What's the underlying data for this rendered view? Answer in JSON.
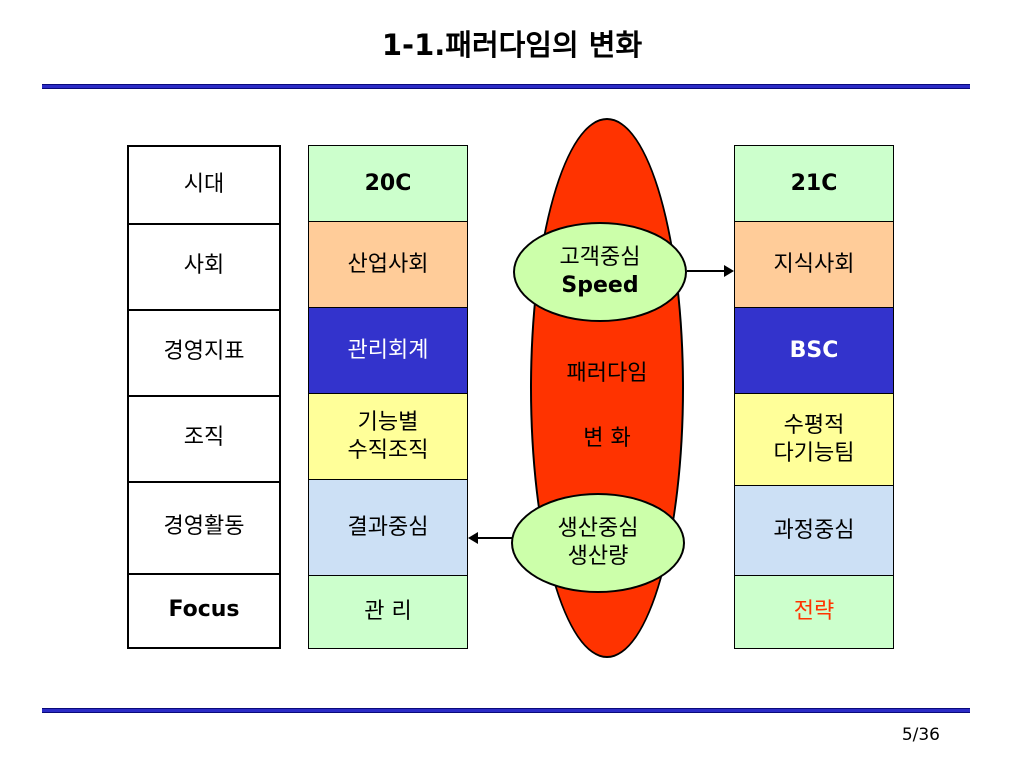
{
  "title": "1-1.패러다임의 변화",
  "labels": [
    "시대",
    "사회",
    "경영지표",
    "조직",
    "경영활동",
    "Focus"
  ],
  "col20c": {
    "items": [
      "20C",
      "산업사회",
      "관리회계",
      "기능별",
      "수직조직",
      "결과중심",
      "관 리"
    ]
  },
  "col21c": {
    "items": [
      "21C",
      "지식사회",
      "BSC",
      "수평적",
      "다기능팀",
      "과정중심",
      "전략"
    ]
  },
  "center": {
    "line1": "패러다임",
    "line2": "변 화"
  },
  "bubble_top": {
    "line1": "고객중심",
    "line2": "Speed"
  },
  "bubble_bottom": {
    "line1": "생산중심",
    "line2": "생산량"
  },
  "page": "5/36",
  "colors": {
    "rule": "#2b2bc6",
    "green": "#ccffcc",
    "peach": "#ffcc99",
    "navy": "#3333cc",
    "yellow": "#ffff99",
    "lightblue": "#cce0f5",
    "ellipse": "#ff3300",
    "bubble": "#ccffaa"
  }
}
